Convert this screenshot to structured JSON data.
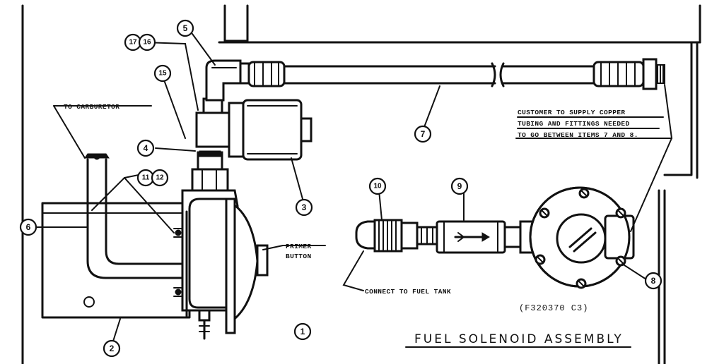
{
  "diagram": {
    "title": "FUEL SOLENOID ASSEMBLY",
    "part_number": "(F320370 C3)",
    "labels": {
      "to_carburetor": "TO CARBURETOR",
      "primer_button_line1": "PRIMER",
      "primer_button_line2": "BUTTON",
      "connect_fuel_tank": "CONNECT TO FUEL TANK",
      "customer_note_line1": "CUSTOMER TO SUPPLY COPPER",
      "customer_note_line2": "TUBING AND FITTINGS NEEDED",
      "customer_note_line3": "TO GO BETWEEN ITEMS 7 AND 8."
    },
    "callouts": {
      "c1": "1",
      "c2": "2",
      "c3": "3",
      "c4": "4",
      "c5": "5",
      "c6": "6",
      "c7": "7",
      "c8": "8",
      "c9": "9",
      "c10": "10",
      "c11": "11",
      "c12": "12",
      "c15": "15",
      "c16": "16",
      "c17": "17"
    }
  }
}
